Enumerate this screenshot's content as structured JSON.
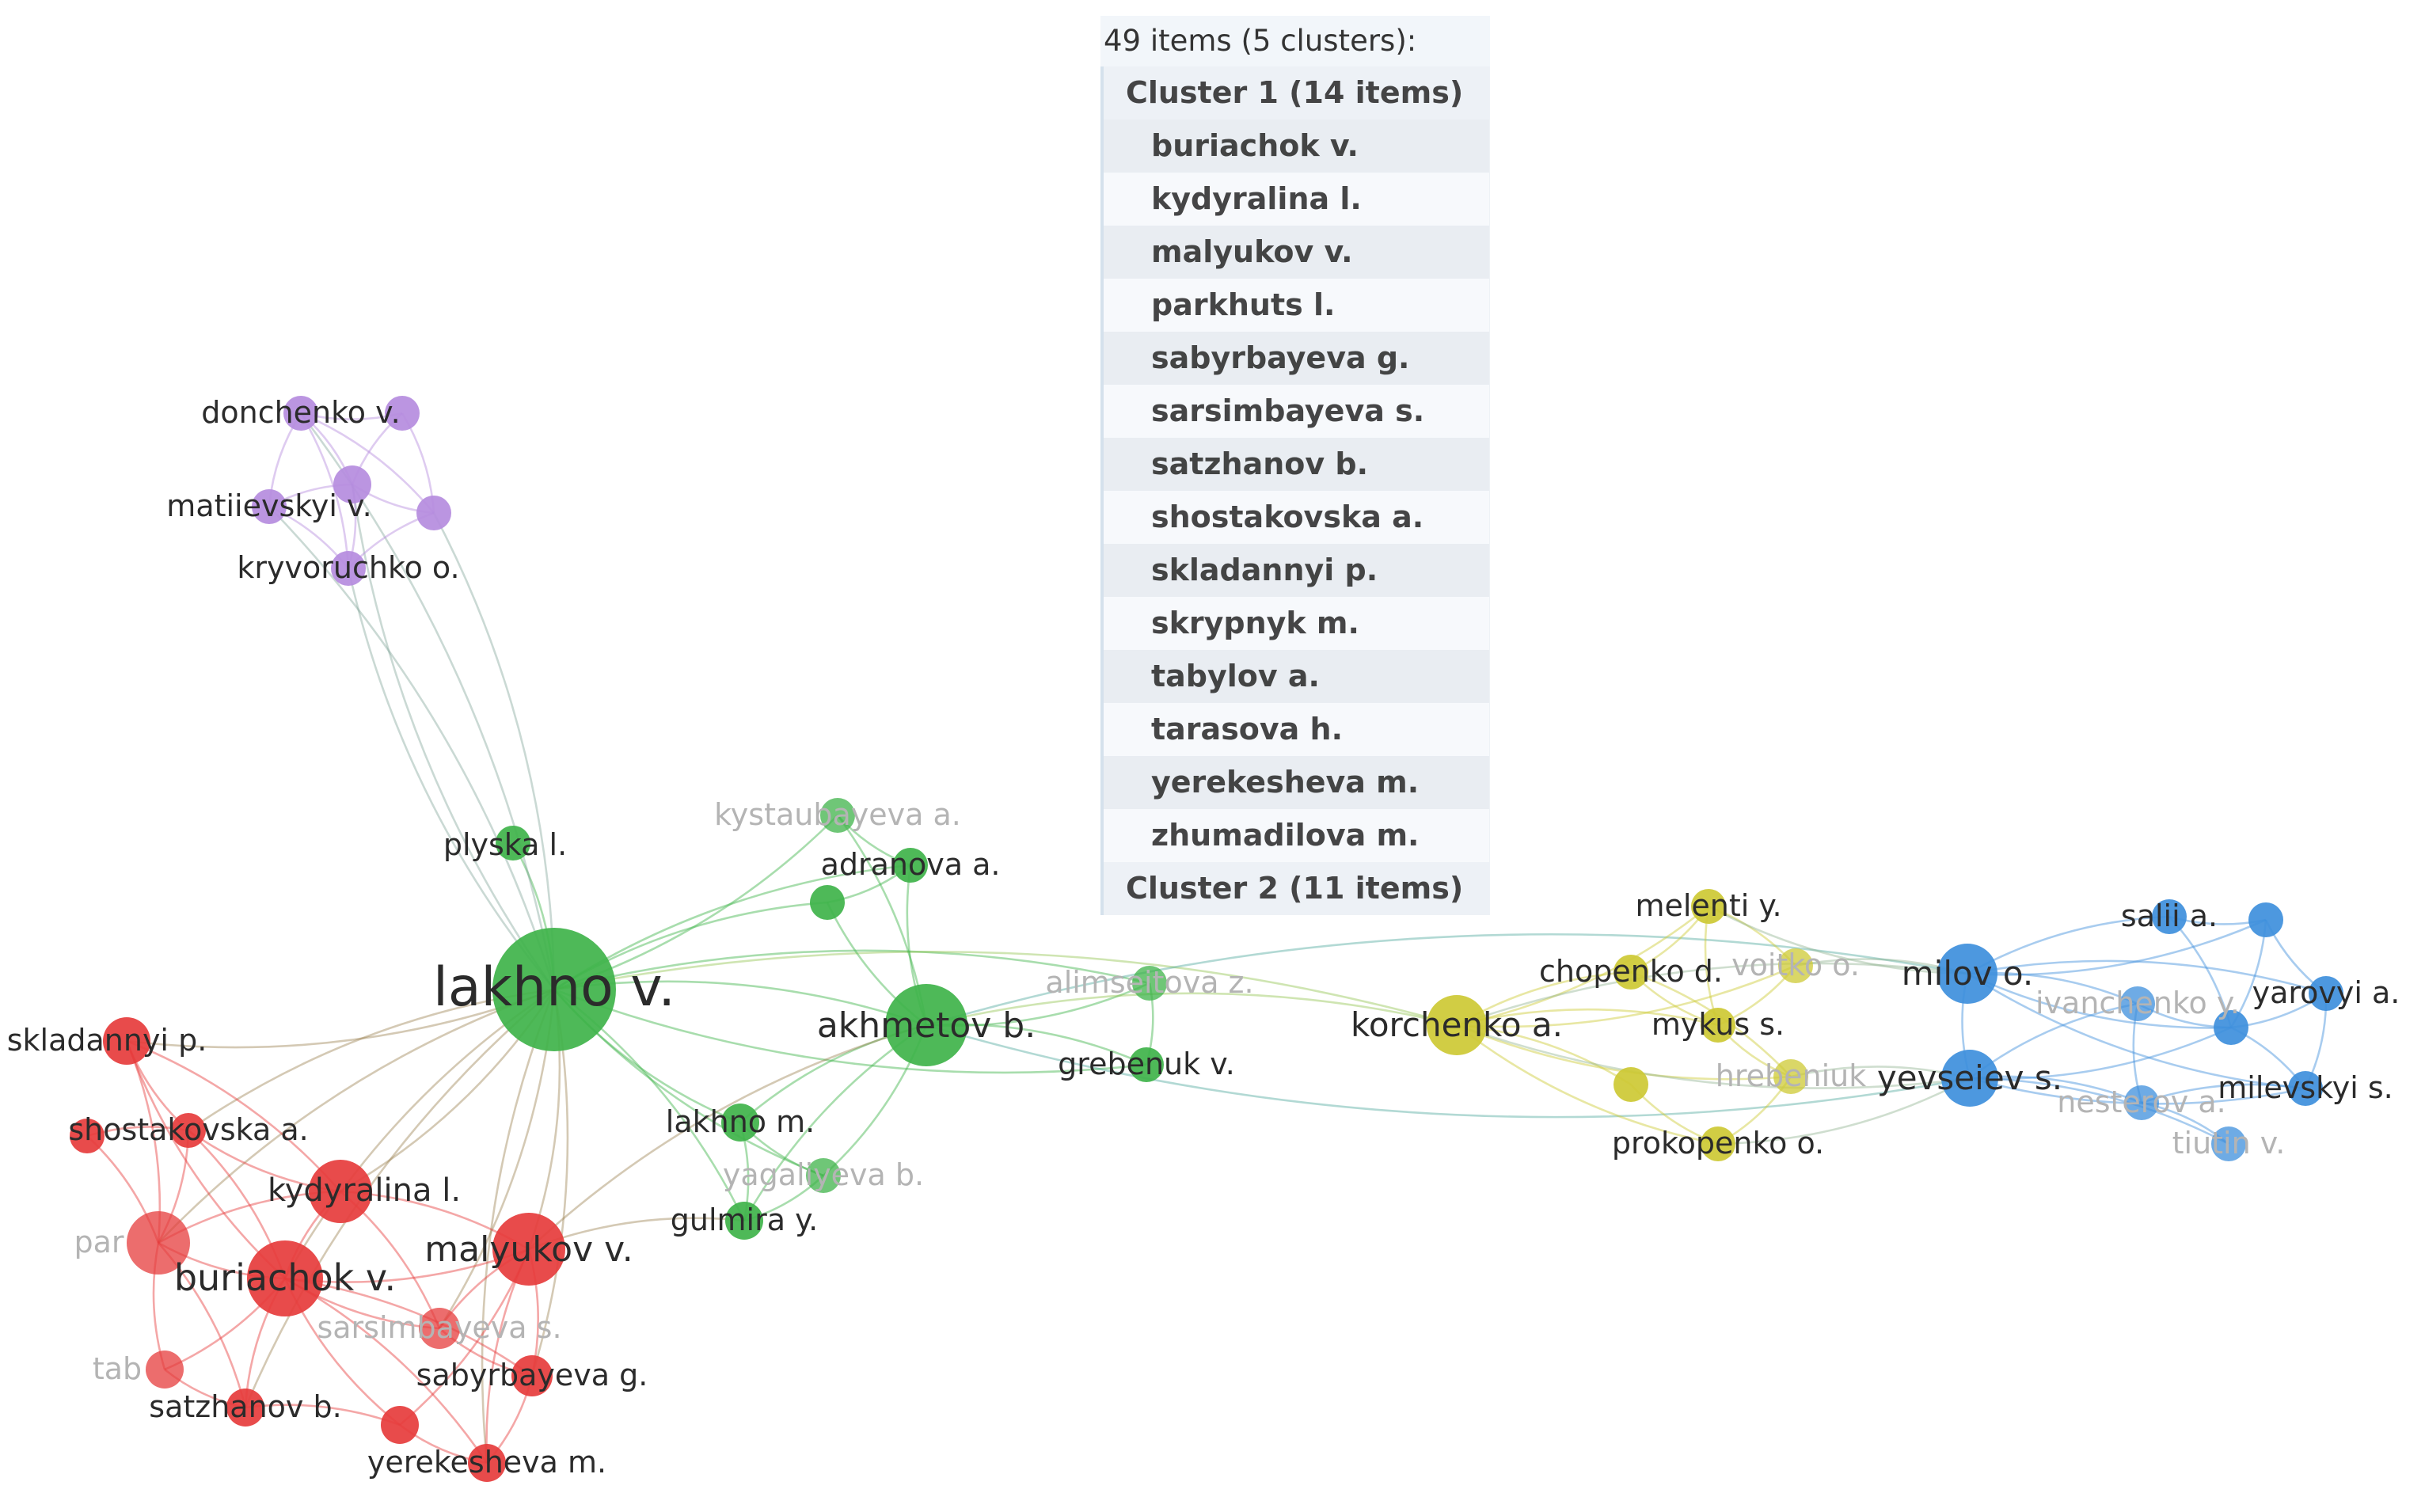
{
  "panel": {
    "header": "49 items (5 clusters):",
    "rows": [
      {
        "kind": "cluster",
        "label": "Cluster 1 (14 items)"
      },
      {
        "kind": "item",
        "label": "buriachok v."
      },
      {
        "kind": "item",
        "label": "kydyralina l."
      },
      {
        "kind": "item",
        "label": "malyukov v."
      },
      {
        "kind": "item",
        "label": "parkhuts l."
      },
      {
        "kind": "item",
        "label": "sabyrbayeva g."
      },
      {
        "kind": "item",
        "label": "sarsimbayeva s."
      },
      {
        "kind": "item",
        "label": "satzhanov b."
      },
      {
        "kind": "item",
        "label": "shostakovska a."
      },
      {
        "kind": "item",
        "label": "skladannyi p."
      },
      {
        "kind": "item",
        "label": "skrypnyk m."
      },
      {
        "kind": "item",
        "label": "tabylov a."
      },
      {
        "kind": "item",
        "label": "tarasova h."
      },
      {
        "kind": "item",
        "label": "yerekesheva m."
      },
      {
        "kind": "item",
        "label": "zhumadilova m."
      },
      {
        "kind": "cluster",
        "label": "Cluster 2 (11 items)"
      }
    ]
  },
  "cluster_colors": {
    "red": "#e63c3c",
    "green": "#3fb34a",
    "yellow": "#cdc934",
    "blue": "#3e8fdc",
    "purple": "#b58cde"
  },
  "nodes": [
    {
      "id": "lakhno_v",
      "label": "lakhno v.",
      "cluster": "green",
      "weight": 10
    },
    {
      "id": "akhmetov_b",
      "label": "akhmetov b.",
      "cluster": "green",
      "weight": 5
    },
    {
      "id": "plyska_l",
      "label": "plyska l.",
      "cluster": "green",
      "weight": 1
    },
    {
      "id": "kystaubayeva_a",
      "label": "kystaubayeva a.",
      "cluster": "green",
      "weight": 1,
      "faded": true
    },
    {
      "id": "adranova_a",
      "label": "adranova a.",
      "cluster": "green",
      "weight": 1
    },
    {
      "id": "green_unlabeled",
      "label": "",
      "cluster": "green",
      "weight": 1
    },
    {
      "id": "alimseitova_z",
      "label": "alimseitova z.",
      "cluster": "green",
      "weight": 1,
      "faded": true
    },
    {
      "id": "grebenuk_v",
      "label": "grebenuk v.",
      "cluster": "green",
      "weight": 1
    },
    {
      "id": "lakhno_m",
      "label": "lakhno m.",
      "cluster": "green",
      "weight": 1
    },
    {
      "id": "yagaliyeva_b",
      "label": "yagaliyeva b.",
      "cluster": "green",
      "weight": 1,
      "faded": true
    },
    {
      "id": "gulmira_y",
      "label": "gulmira y.",
      "cluster": "green",
      "weight": 1
    },
    {
      "id": "donchenko_v",
      "label": "donchenko v.",
      "cluster": "purple",
      "weight": 1
    },
    {
      "id": "purple_top",
      "label": "",
      "cluster": "purple",
      "weight": 1
    },
    {
      "id": "purple_center",
      "label": "",
      "cluster": "purple",
      "weight": 1
    },
    {
      "id": "matiievskyi_v",
      "label": "matiievskyi v.",
      "cluster": "purple",
      "weight": 1
    },
    {
      "id": "purple_faded",
      "label": "",
      "cluster": "purple",
      "weight": 1
    },
    {
      "id": "kryvoruchko_o",
      "label": "kryvoruchko o.",
      "cluster": "purple",
      "weight": 1
    },
    {
      "id": "skladannyi_p",
      "label": "skladannyi p.",
      "cluster": "red",
      "weight": 2
    },
    {
      "id": "shostakovska_a",
      "label": "shostakovska a.",
      "cluster": "red",
      "weight": 1
    },
    {
      "id": "red_left_small",
      "label": "",
      "cluster": "red",
      "weight": 1
    },
    {
      "id": "kydyralina_l",
      "label": "kydyralina l.",
      "cluster": "red",
      "weight": 3
    },
    {
      "id": "parkhuts_l",
      "label": "par",
      "cluster": "red",
      "weight": 3,
      "faded": true
    },
    {
      "id": "buriachok_v",
      "label": "buriachok v.",
      "cluster": "red",
      "weight": 4
    },
    {
      "id": "malyukov_v",
      "label": "malyukov v.",
      "cluster": "red",
      "weight": 4
    },
    {
      "id": "sarsimbayeva_s",
      "label": "sarsimbayeva s.",
      "cluster": "red",
      "weight": 1,
      "faded": true
    },
    {
      "id": "tabylov_a",
      "label": "tab",
      "cluster": "red",
      "weight": 1,
      "faded": true
    },
    {
      "id": "satzhanov_b",
      "label": "satzhanov b.",
      "cluster": "red",
      "weight": 1
    },
    {
      "id": "sabyrbayeva_g",
      "label": "sabyrbayeva g.",
      "cluster": "red",
      "weight": 1
    },
    {
      "id": "red_bottom_small",
      "label": "",
      "cluster": "red",
      "weight": 1
    },
    {
      "id": "yerekesheva_m",
      "label": "yerekesheva m.",
      "cluster": "red",
      "weight": 1
    },
    {
      "id": "korchenko_a",
      "label": "korchenko a.",
      "cluster": "yellow",
      "weight": 3
    },
    {
      "id": "melenti_y",
      "label": "melenti y.",
      "cluster": "yellow",
      "weight": 1
    },
    {
      "id": "chopenko_d",
      "label": "chopenko d.",
      "cluster": "yellow",
      "weight": 1
    },
    {
      "id": "voitko_o",
      "label": "voitko o.",
      "cluster": "yellow",
      "weight": 1,
      "faded": true
    },
    {
      "id": "mykus_s",
      "label": "mykus s.",
      "cluster": "yellow",
      "weight": 1
    },
    {
      "id": "hrebeniuk",
      "label": "hrebeniuk",
      "cluster": "yellow",
      "weight": 1,
      "faded": true
    },
    {
      "id": "yellow_faded",
      "label": "",
      "cluster": "yellow",
      "weight": 1
    },
    {
      "id": "prokopenko_o",
      "label": "prokopenko o.",
      "cluster": "yellow",
      "weight": 1
    },
    {
      "id": "milov_o",
      "label": "milov o.",
      "cluster": "blue",
      "weight": 3
    },
    {
      "id": "yevseiev_s",
      "label": "yevseiev s.",
      "cluster": "blue",
      "weight": 3
    },
    {
      "id": "salii_a",
      "label": "salii a.",
      "cluster": "blue",
      "weight": 1
    },
    {
      "id": "blue_top_right",
      "label": "",
      "cluster": "blue",
      "weight": 1
    },
    {
      "id": "ivanchenko",
      "label": "ivanchenko y.",
      "cluster": "blue",
      "weight": 1,
      "faded": true
    },
    {
      "id": "blue_center",
      "label": "",
      "cluster": "blue",
      "weight": 1
    },
    {
      "id": "yarovyi_a",
      "label": "yarovyi a.",
      "cluster": "blue",
      "weight": 1
    },
    {
      "id": "milevskyi_s",
      "label": "milevskyi s.",
      "cluster": "blue",
      "weight": 1
    },
    {
      "id": "nesterov",
      "label": "nesterov a.",
      "cluster": "blue",
      "weight": 1,
      "faded": true
    },
    {
      "id": "tiutin_v",
      "label": "tiutin v.",
      "cluster": "blue",
      "weight": 1,
      "faded": true
    }
  ],
  "links": [
    [
      "lakhno_v",
      "akhmetov_b"
    ],
    [
      "lakhno_v",
      "plyska_l"
    ],
    [
      "lakhno_v",
      "adranova_a"
    ],
    [
      "lakhno_v",
      "kystaubayeva_a"
    ],
    [
      "lakhno_v",
      "green_unlabeled"
    ],
    [
      "lakhno_v",
      "lakhno_m"
    ],
    [
      "lakhno_v",
      "gulmira_y"
    ],
    [
      "lakhno_v",
      "yagaliyeva_b"
    ],
    [
      "lakhno_v",
      "alimseitova_z"
    ],
    [
      "lakhno_v",
      "grebenuk_v"
    ],
    [
      "lakhno_v",
      "korchenko_a"
    ],
    [
      "lakhno_v",
      "donchenko_v"
    ],
    [
      "lakhno_v",
      "purple_center"
    ],
    [
      "lakhno_v",
      "matiievskyi_v"
    ],
    [
      "lakhno_v",
      "kryvoruchko_o"
    ],
    [
      "lakhno_v",
      "purple_faded"
    ],
    [
      "lakhno_v",
      "skladannyi_p"
    ],
    [
      "lakhno_v",
      "shostakovska_a"
    ],
    [
      "lakhno_v",
      "kydyralina_l"
    ],
    [
      "lakhno_v",
      "buriachok_v"
    ],
    [
      "lakhno_v",
      "malyukov_v"
    ],
    [
      "lakhno_v",
      "parkhuts_l"
    ],
    [
      "lakhno_v",
      "sarsimbayeva_s"
    ],
    [
      "lakhno_v",
      "satzhanov_b"
    ],
    [
      "lakhno_v",
      "sabyrbayeva_g"
    ],
    [
      "lakhno_v",
      "yerekesheva_m"
    ],
    [
      "akhmetov_b",
      "adranova_a"
    ],
    [
      "akhmetov_b",
      "kystaubayeva_a"
    ],
    [
      "akhmetov_b",
      "green_unlabeled"
    ],
    [
      "akhmetov_b",
      "alimseitova_z"
    ],
    [
      "akhmetov_b",
      "grebenuk_v"
    ],
    [
      "akhmetov_b",
      "lakhno_m"
    ],
    [
      "akhmetov_b",
      "yagaliyeva_b"
    ],
    [
      "akhmetov_b",
      "gulmira_y"
    ],
    [
      "akhmetov_b",
      "korchenko_a"
    ],
    [
      "akhmetov_b",
      "malyukov_v"
    ],
    [
      "akhmetov_b",
      "milov_o"
    ],
    [
      "akhmetov_b",
      "yevseiev_s"
    ],
    [
      "alimseitova_z",
      "grebenuk_v"
    ],
    [
      "kystaubayeva_a",
      "adranova_a"
    ],
    [
      "adranova_a",
      "green_unlabeled"
    ],
    [
      "lakhno_m",
      "yagaliyeva_b"
    ],
    [
      "yagaliyeva_b",
      "gulmira_y"
    ],
    [
      "gulmira_y",
      "malyukov_v"
    ],
    [
      "lakhno_m",
      "gulmira_y"
    ],
    [
      "donchenko_v",
      "purple_top"
    ],
    [
      "donchenko_v",
      "purple_center"
    ],
    [
      "donchenko_v",
      "matiievskyi_v"
    ],
    [
      "donchenko_v",
      "purple_faded"
    ],
    [
      "purple_top",
      "purple_center"
    ],
    [
      "purple_top",
      "purple_faded"
    ],
    [
      "purple_center",
      "matiievskyi_v"
    ],
    [
      "purple_center",
      "kryvoruchko_o"
    ],
    [
      "purple_center",
      "purple_faded"
    ],
    [
      "matiievskyi_v",
      "kryvoruchko_o"
    ],
    [
      "purple_faded",
      "kryvoruchko_o"
    ],
    [
      "donchenko_v",
      "kryvoruchko_o"
    ],
    [
      "skladannyi_p",
      "shostakovska_a"
    ],
    [
      "skladannyi_p",
      "kydyralina_l"
    ],
    [
      "skladannyi_p",
      "buriachok_v"
    ],
    [
      "skladannyi_p",
      "parkhuts_l"
    ],
    [
      "shostakovska_a",
      "kydyralina_l"
    ],
    [
      "shostakovska_a",
      "buriachok_v"
    ],
    [
      "shostakovska_a",
      "red_left_small"
    ],
    [
      "shostakovska_a",
      "parkhuts_l"
    ],
    [
      "kydyralina_l",
      "buriachok_v"
    ],
    [
      "kydyralina_l",
      "malyukov_v"
    ],
    [
      "kydyralina_l",
      "parkhuts_l"
    ],
    [
      "kydyralina_l",
      "sarsimbayeva_s"
    ],
    [
      "buriachok_v",
      "malyukov_v"
    ],
    [
      "buriachok_v",
      "parkhuts_l"
    ],
    [
      "buriachok_v",
      "sarsimbayeva_s"
    ],
    [
      "buriachok_v",
      "tabylov_a"
    ],
    [
      "buriachok_v",
      "satzhanov_b"
    ],
    [
      "buriachok_v",
      "sabyrbayeva_g"
    ],
    [
      "buriachok_v",
      "red_bottom_small"
    ],
    [
      "buriachok_v",
      "yerekesheva_m"
    ],
    [
      "malyukov_v",
      "sarsimbayeva_s"
    ],
    [
      "malyukov_v",
      "sabyrbayeva_g"
    ],
    [
      "malyukov_v",
      "yerekesheva_m"
    ],
    [
      "malyukov_v",
      "red_bottom_small"
    ],
    [
      "parkhuts_l",
      "tabylov_a"
    ],
    [
      "parkhuts_l",
      "satzhanov_b"
    ],
    [
      "tabylov_a",
      "satzhanov_b"
    ],
    [
      "satzhanov_b",
      "red_bottom_small"
    ],
    [
      "red_bottom_small",
      "yerekesheva_m"
    ],
    [
      "sabyrbayeva_g",
      "yerekesheva_m"
    ],
    [
      "sarsimbayeva_s",
      "sabyrbayeva_g"
    ],
    [
      "red_left_small",
      "parkhuts_l"
    ],
    [
      "korchenko_a",
      "melenti_y"
    ],
    [
      "korchenko_a",
      "chopenko_d"
    ],
    [
      "korchenko_a",
      "voitko_o"
    ],
    [
      "korchenko_a",
      "mykus_s"
    ],
    [
      "korchenko_a",
      "hrebeniuk"
    ],
    [
      "korchenko_a",
      "yellow_faded"
    ],
    [
      "korchenko_a",
      "prokopenko_o"
    ],
    [
      "korchenko_a",
      "milov_o"
    ],
    [
      "korchenko_a",
      "yevseiev_s"
    ],
    [
      "melenti_y",
      "voitko_o"
    ],
    [
      "melenti_y",
      "mykus_s"
    ],
    [
      "melenti_y",
      "chopenko_d"
    ],
    [
      "chopenko_d",
      "mykus_s"
    ],
    [
      "voitko_o",
      "mykus_s"
    ],
    [
      "mykus_s",
      "hrebeniuk"
    ],
    [
      "hrebeniuk",
      "prokopenko_o"
    ],
    [
      "yellow_faded",
      "prokopenko_o"
    ],
    [
      "hrebeniuk",
      "yevseiev_s"
    ],
    [
      "melenti_y",
      "milov_o"
    ],
    [
      "voitko_o",
      "milov_o"
    ],
    [
      "prokopenko_o",
      "yevseiev_s"
    ],
    [
      "chopenko_d",
      "hrebeniuk"
    ],
    [
      "milov_o",
      "yevseiev_s"
    ],
    [
      "milov_o",
      "salii_a"
    ],
    [
      "milov_o",
      "blue_top_right"
    ],
    [
      "milov_o",
      "ivanchenko"
    ],
    [
      "milov_o",
      "blue_center"
    ],
    [
      "milov_o",
      "yarovyi_a"
    ],
    [
      "milov_o",
      "milevskyi_s"
    ],
    [
      "yevseiev_s",
      "ivanchenko"
    ],
    [
      "yevseiev_s",
      "blue_center"
    ],
    [
      "yevseiev_s",
      "nesterov"
    ],
    [
      "yevseiev_s",
      "milevskyi_s"
    ],
    [
      "yevseiev_s",
      "tiutin_v"
    ],
    [
      "salii_a",
      "blue_top_right"
    ],
    [
      "salii_a",
      "blue_center"
    ],
    [
      "blue_top_right",
      "yarovyi_a"
    ],
    [
      "blue_top_right",
      "blue_center"
    ],
    [
      "blue_center",
      "yarovyi_a"
    ],
    [
      "blue_center",
      "milevskyi_s"
    ],
    [
      "ivanchenko",
      "nesterov"
    ],
    [
      "nesterov",
      "tiutin_v"
    ],
    [
      "milevskyi_s",
      "yarovyi_a"
    ],
    [
      "nesterov",
      "milevskyi_s"
    ],
    [
      "ivanchenko",
      "blue_center"
    ]
  ]
}
